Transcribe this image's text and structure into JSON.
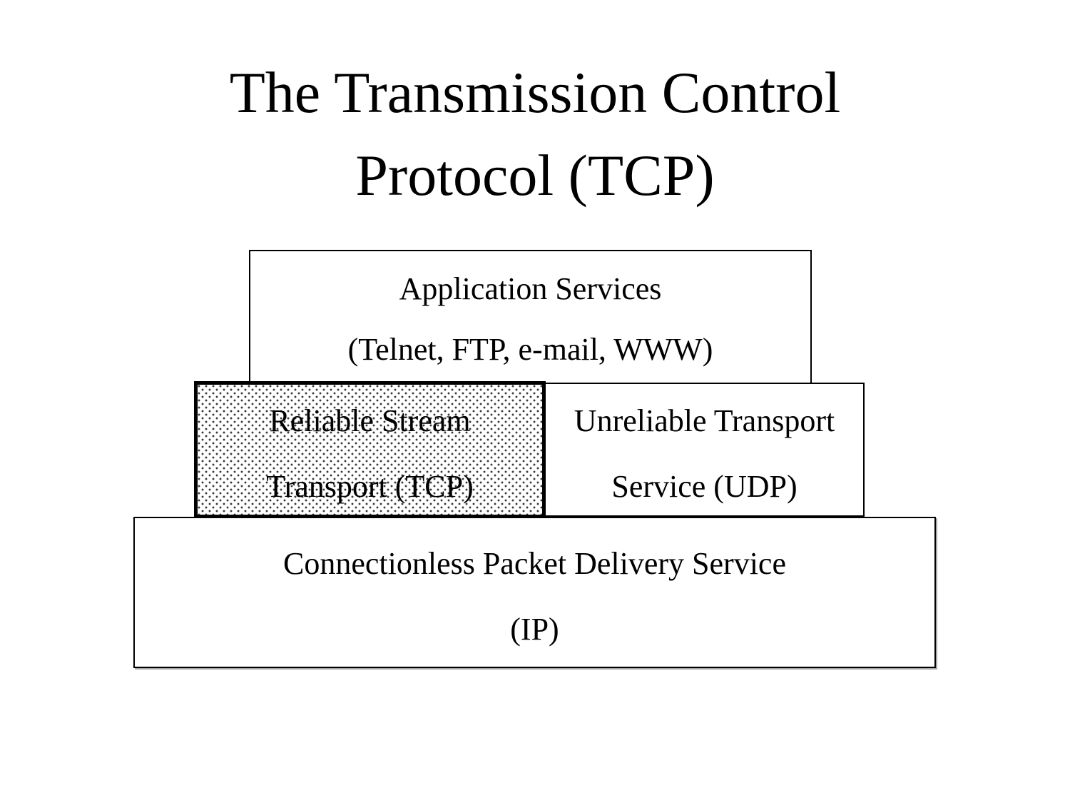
{
  "title": {
    "line1": "The Transmission Control",
    "line2": "Protocol (TCP)"
  },
  "layers": {
    "application": {
      "line1": "Application Services",
      "line2": "(Telnet, FTP, e-mail, WWW)"
    },
    "tcp": {
      "line1": "Reliable Stream",
      "line2": "Transport (TCP)"
    },
    "udp": {
      "line1": "Unreliable Transport",
      "line2": "Service (UDP)"
    },
    "ip": {
      "line1": "Connectionless Packet Delivery Service",
      "line2": "(IP)"
    }
  },
  "colors": {
    "background": "#ffffff",
    "text": "#000000",
    "border": "#000000",
    "tcp_pattern_dot": "#3a3a3a"
  }
}
